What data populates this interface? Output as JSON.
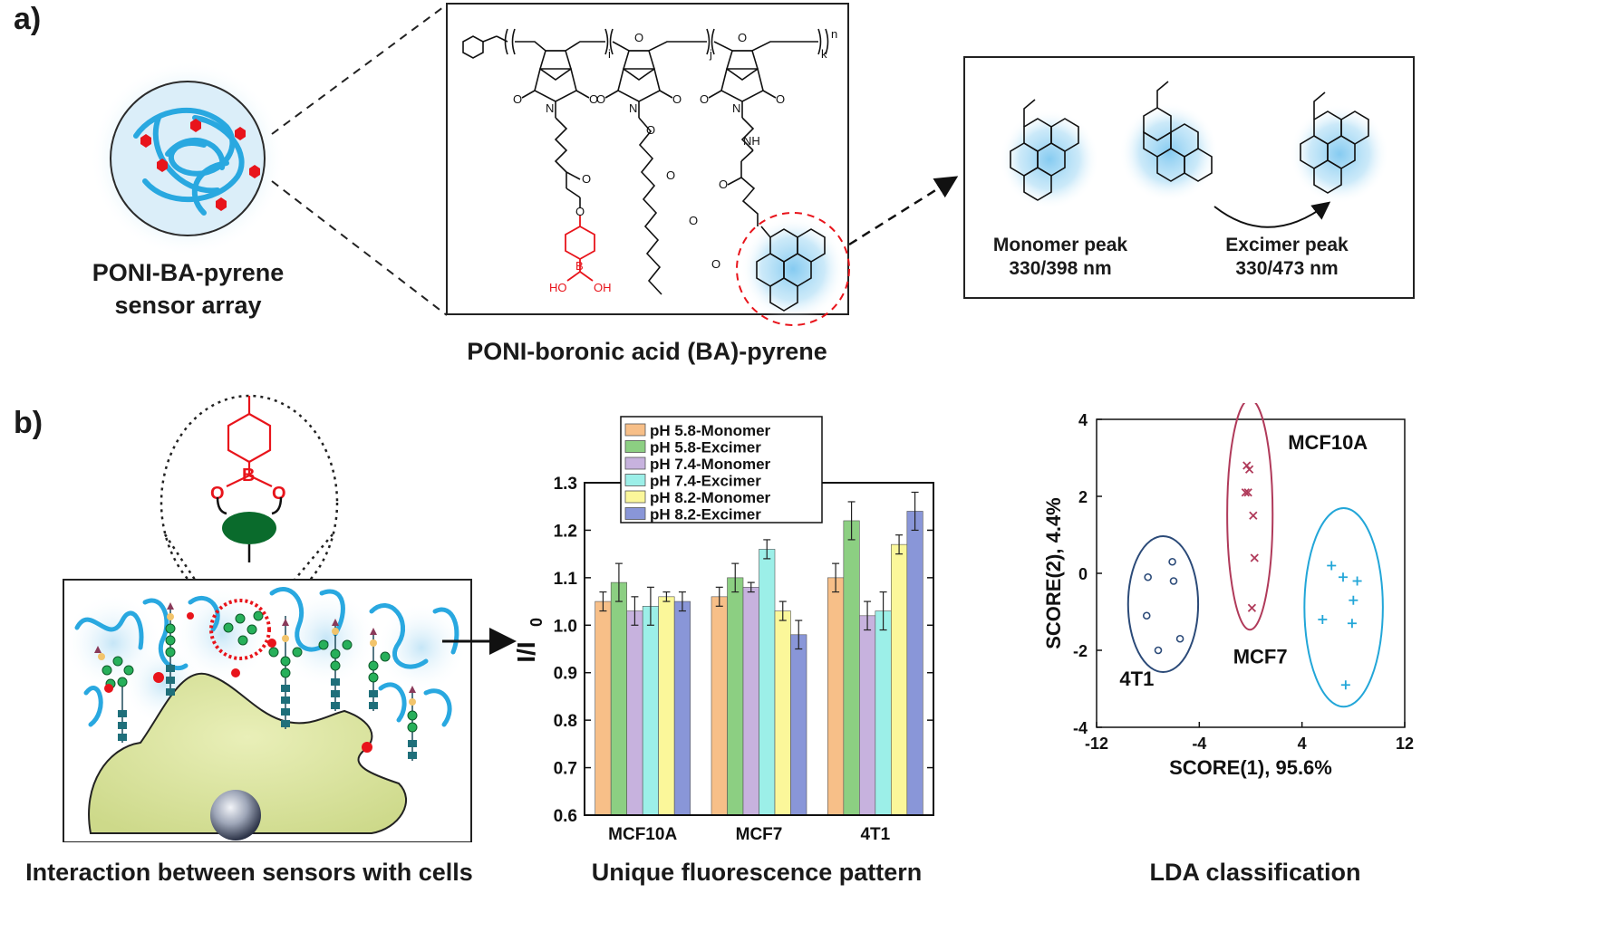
{
  "panel_a": {
    "letter": "a)",
    "sensor_label_line1": "PONI-BA-pyrene",
    "sensor_label_line2": "sensor array",
    "structure_caption": "PONI-boronic acid (BA)-pyrene",
    "subscripts": [
      "i",
      "j",
      "k",
      "n"
    ],
    "struct_text": {
      "O": "O",
      "N": "N",
      "NH": "NH",
      "B": "B",
      "HO": "HO",
      "OH": "OH"
    },
    "monomer_label": "Monomer peak",
    "monomer_wavelength": "330/398 nm",
    "excimer_label": "Excimer peak",
    "excimer_wavelength": "330/473 nm",
    "colors": {
      "polymer": "#29a8e0",
      "boronic": "#e8141b",
      "pyrene_glow": "#7fc8f0"
    }
  },
  "panel_b": {
    "letter": "b)",
    "interaction_caption": "Interaction between sensors with cells",
    "pattern_caption": "Unique fluorescence pattern",
    "lda_caption": "LDA classification",
    "zoom_text": {
      "B": "B",
      "O": "O"
    }
  },
  "chart_data": [
    {
      "type": "bar",
      "categories": [
        "MCF10A",
        "MCF7",
        "4T1"
      ],
      "ylabel": "I/I",
      "ylabel_sub": "0",
      "ylim": [
        0.6,
        1.3
      ],
      "yticks": [
        "0.6",
        "0.7",
        "0.8",
        "0.9",
        "1.0",
        "1.1",
        "1.2",
        "1.3"
      ],
      "legend_position": "top",
      "series": [
        {
          "name": "pH 5.8-Monomer",
          "color": "#f7bf88",
          "values": [
            1.05,
            1.06,
            1.1
          ],
          "errors": [
            0.02,
            0.02,
            0.03
          ]
        },
        {
          "name": "pH 5.8-Excimer",
          "color": "#8ccf82",
          "values": [
            1.09,
            1.1,
            1.22
          ],
          "errors": [
            0.04,
            0.03,
            0.04
          ]
        },
        {
          "name": "pH 7.4-Monomer",
          "color": "#c7b2de",
          "values": [
            1.03,
            1.08,
            1.02
          ],
          "errors": [
            0.03,
            0.01,
            0.03
          ]
        },
        {
          "name": "pH 7.4-Excimer",
          "color": "#9cefe8",
          "values": [
            1.04,
            1.16,
            1.03
          ],
          "errors": [
            0.04,
            0.02,
            0.04
          ]
        },
        {
          "name": "pH 8.2-Monomer",
          "color": "#fbf79a",
          "values": [
            1.06,
            1.03,
            1.17
          ],
          "errors": [
            0.01,
            0.02,
            0.02
          ]
        },
        {
          "name": "pH 8.2-Excimer",
          "color": "#8996d8",
          "values": [
            1.05,
            0.98,
            1.24
          ],
          "errors": [
            0.02,
            0.03,
            0.04
          ]
        }
      ]
    },
    {
      "type": "scatter",
      "xlabel": "SCORE(1), 95.6%",
      "ylabel": "SCORE(2), 4.4%",
      "xlim": [
        -12,
        12
      ],
      "ylim": [
        -4,
        4
      ],
      "xticks": [
        "-12",
        "-4",
        "4",
        "12"
      ],
      "yticks": [
        "-4",
        "-2",
        "0",
        "2",
        "4"
      ],
      "series": [
        {
          "name": "MCF10A",
          "color": "#b03a5a",
          "marker": "x",
          "x": [
            -0.3,
            -0.1,
            -0.2,
            0.2,
            0.3,
            0.1,
            -0.4
          ],
          "y": [
            2.8,
            2.7,
            2.1,
            1.5,
            0.4,
            -0.9,
            2.1
          ]
        },
        {
          "name": "MCF7",
          "color": "#22a6d8",
          "marker": "+",
          "x": [
            6.3,
            7.2,
            8.3,
            8.0,
            5.6,
            7.9,
            7.4
          ],
          "y": [
            0.2,
            -0.1,
            -0.2,
            -0.7,
            -1.2,
            -1.3,
            -2.9
          ]
        },
        {
          "name": "4T1",
          "color": "#2b4a78",
          "marker": "o",
          "x": [
            -8.0,
            -6.1,
            -6.0,
            -8.1,
            -5.5,
            -7.2
          ],
          "y": [
            -0.1,
            0.3,
            -0.2,
            -1.1,
            -1.7,
            -2.0
          ]
        }
      ]
    }
  ]
}
